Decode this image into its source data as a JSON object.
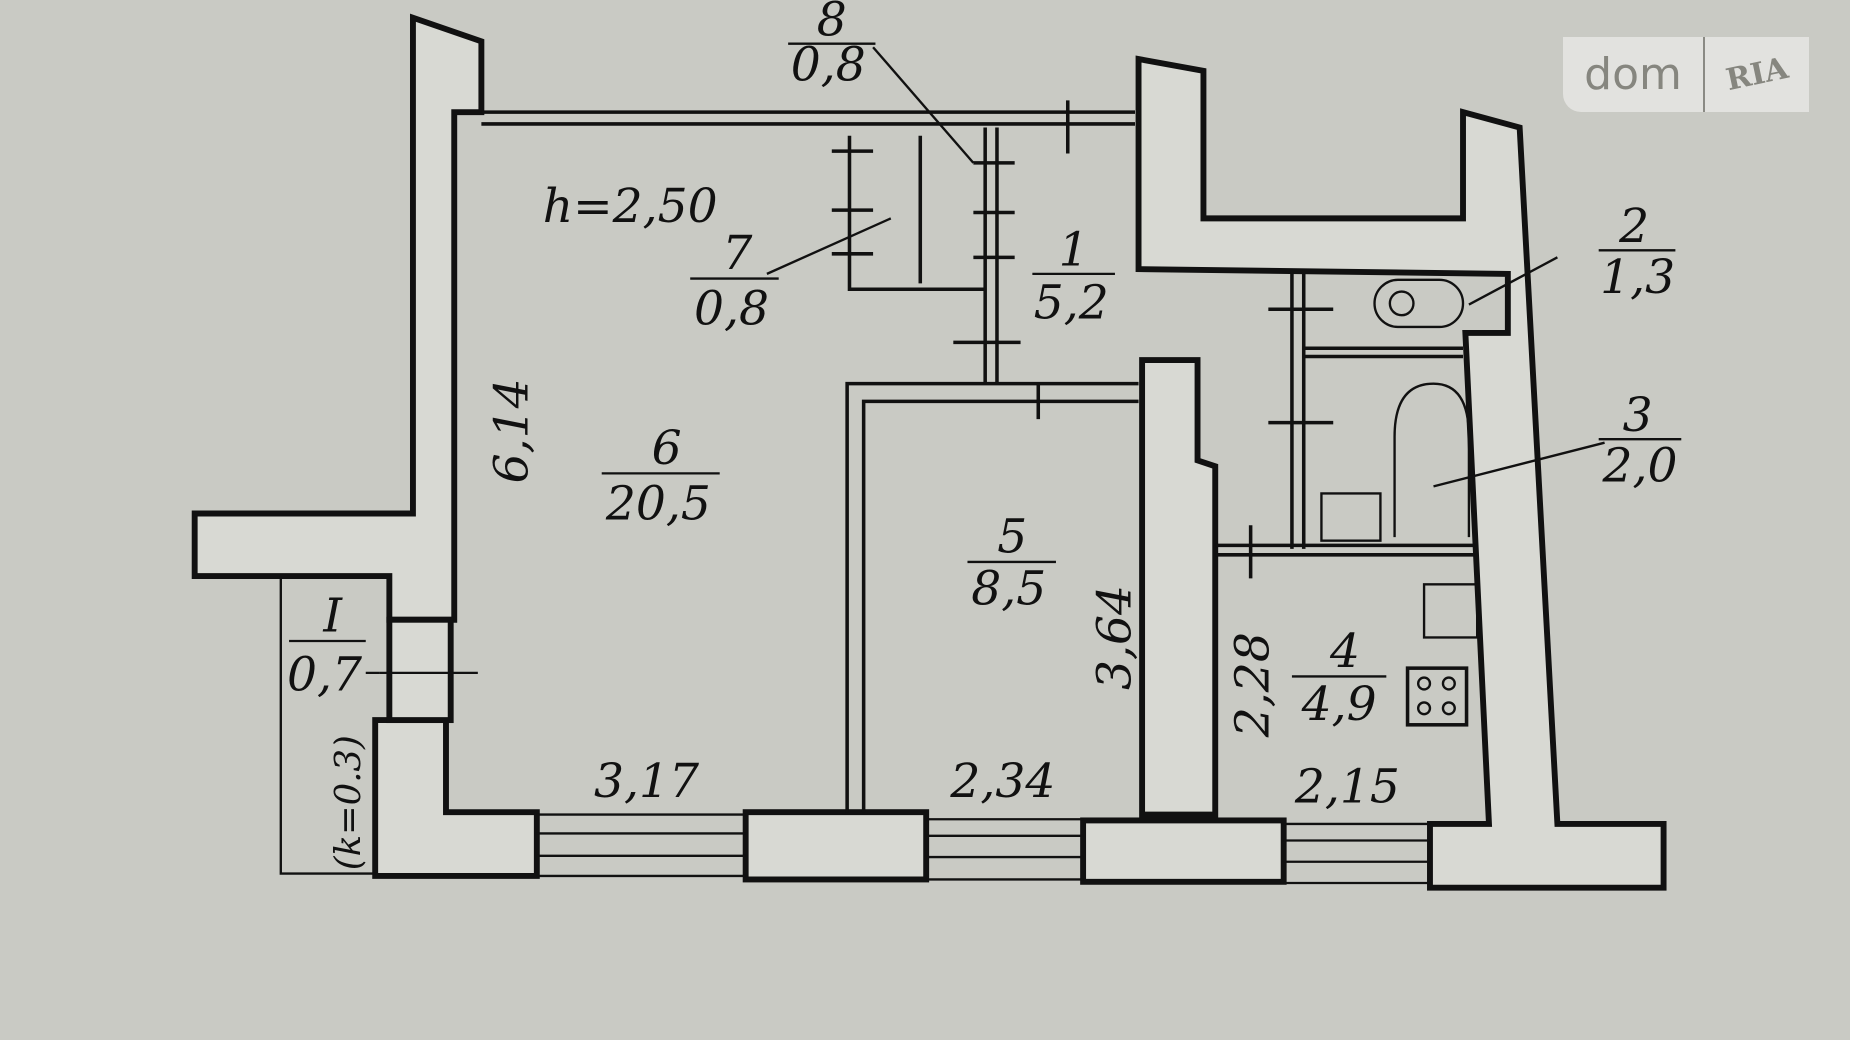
{
  "ceiling_height": "h=2,50",
  "rooms": [
    {
      "number": "1",
      "area": "5,2"
    },
    {
      "number": "2",
      "area": "1,3"
    },
    {
      "number": "3",
      "area": "2,0"
    },
    {
      "number": "4",
      "area": "4,9"
    },
    {
      "number": "5",
      "area": "8,5"
    },
    {
      "number": "6",
      "area": "20,5"
    },
    {
      "number": "7",
      "area": "0,8"
    },
    {
      "number": "8",
      "area": "0,8"
    },
    {
      "number": "I",
      "area": "0,7"
    }
  ],
  "dimensions": {
    "room6_height": "6,14",
    "room5_height": "3,64",
    "room4_height": "2,28",
    "room6_width": "3,17",
    "room5_width": "2,34",
    "room4_width": "2,15",
    "balcony_coef": "(k=0.3)"
  },
  "logo": {
    "left": "dom",
    "right": "RIA"
  },
  "colors": {
    "background": "#c9cac4",
    "lines": "#111111"
  }
}
